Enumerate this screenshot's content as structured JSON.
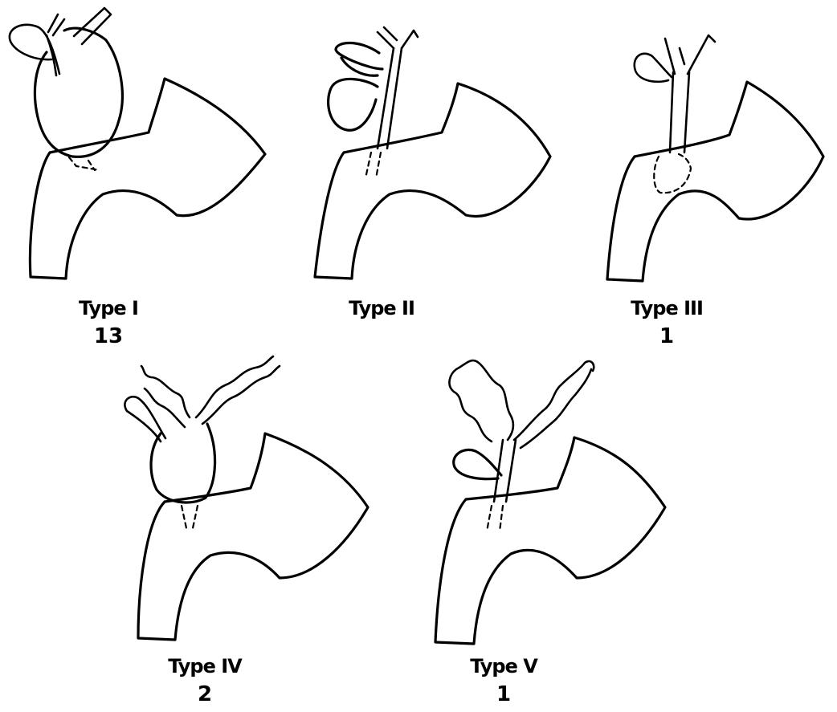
{
  "figure": {
    "panels": [
      {
        "type_label": "Type I",
        "count": "13"
      },
      {
        "type_label": "Type II",
        "count": ""
      },
      {
        "type_label": "Type III",
        "count": "1"
      },
      {
        "type_label": "Type IV",
        "count": "2"
      },
      {
        "type_label": "Type V",
        "count": "1"
      }
    ]
  }
}
